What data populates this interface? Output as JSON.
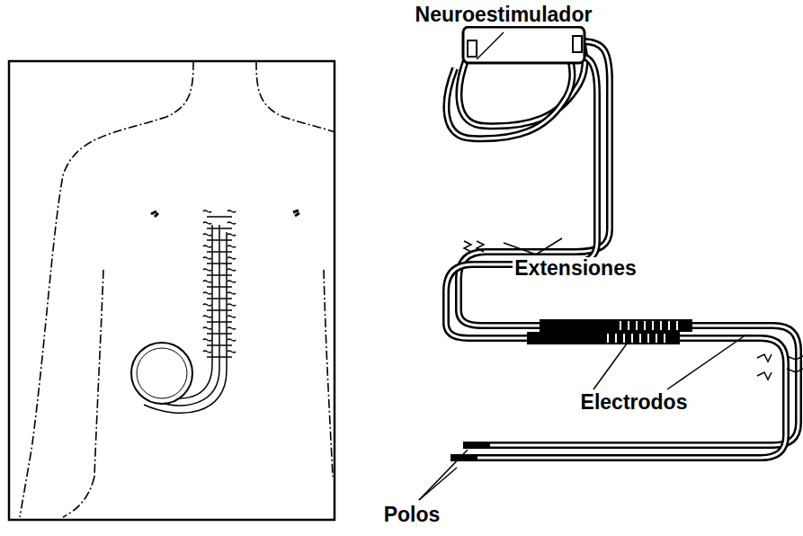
{
  "diagram": {
    "labels": [
      "Neuroestimulador",
      "Extensiones",
      "Electrodos",
      "Polos"
    ]
  }
}
